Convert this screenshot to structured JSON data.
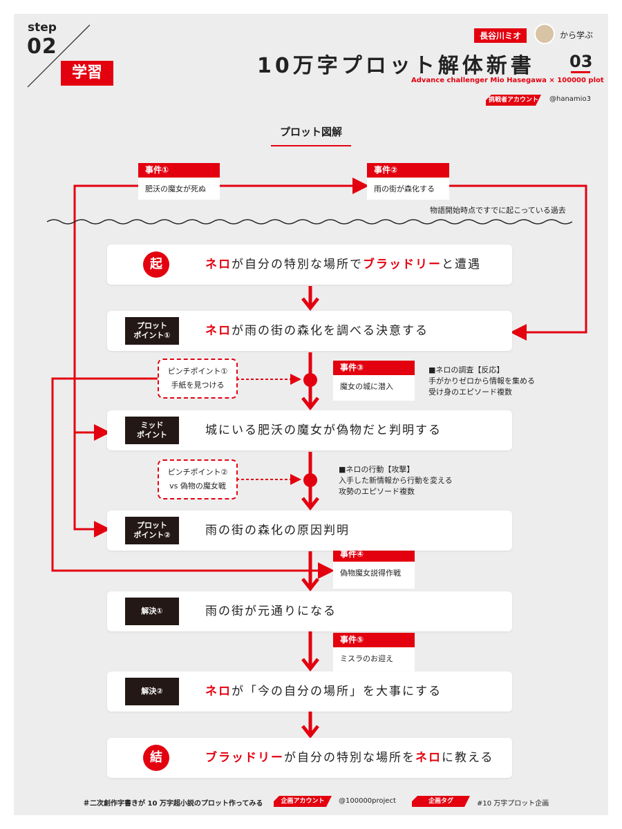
{
  "header": {
    "step_label": "step",
    "step_number": "02",
    "section_tag": "学習",
    "author_tag": "長谷川ミオ",
    "kara_manabu": "から学ぶ",
    "title": "10万字プロット解体新書",
    "volume": "03",
    "subtitle": "Advance challenger Mio Hasegawa  ×  100000 plot",
    "challenger_label": "挑戦者アカウント",
    "challenger_handle": "@hanamio3"
  },
  "diagram": {
    "heading": "プロット図解",
    "past_note": "物語開始時点ですでに起こっている過去",
    "events": [
      {
        "label": "事件①",
        "text": "肥沃の魔女が死ぬ"
      },
      {
        "label": "事件②",
        "text": "雨の街が森化する"
      },
      {
        "label": "事件③",
        "text": "魔女の城に潜入"
      },
      {
        "label": "事件④",
        "text": "偽物魔女説得作戦"
      },
      {
        "label": "事件⑤",
        "text": "ミスラのお迎え"
      }
    ],
    "stages": [
      {
        "badge": "起",
        "segments": [
          {
            "t": "ネロ",
            "hl": true
          },
          {
            "t": "が自分の特別な場所で",
            "hl": false
          },
          {
            "t": "ブラッドリー",
            "hl": true
          },
          {
            "t": "と遭遇",
            "hl": false
          }
        ]
      },
      {
        "badge_line1": "プロット",
        "badge_line2": "ポイント①",
        "segments": [
          {
            "t": "ネロ",
            "hl": true
          },
          {
            "t": "が雨の街の森化を調べる決意する",
            "hl": false
          }
        ]
      },
      {
        "badge_line1": "ミッド",
        "badge_line2": "ポイント",
        "segments": [
          {
            "t": "城にいる肥沃の魔女が偽物だと判明する",
            "hl": false
          }
        ]
      },
      {
        "badge_line1": "プロット",
        "badge_line2": "ポイント②",
        "segments": [
          {
            "t": "雨の街の森化の原因判明",
            "hl": false
          }
        ]
      },
      {
        "badge_line1": "解決①",
        "badge_line2": "",
        "segments": [
          {
            "t": "雨の街が元通りになる",
            "hl": false
          }
        ]
      },
      {
        "badge_line1": "解決②",
        "badge_line2": "",
        "segments": [
          {
            "t": "ネロ",
            "hl": true
          },
          {
            "t": "が「今の自分の場所」を大事にする",
            "hl": false
          }
        ]
      },
      {
        "badge": "結",
        "segments": [
          {
            "t": "ブラッドリー",
            "hl": true
          },
          {
            "t": "が自分の特別な場所を",
            "hl": false
          },
          {
            "t": "ネロ",
            "hl": true
          },
          {
            "t": "に教える",
            "hl": false
          }
        ]
      }
    ],
    "pinch_points": [
      {
        "label": "ピンチポイント①",
        "text": "手紙を見つける"
      },
      {
        "label": "ピンチポイント②",
        "text": "vs 偽物の魔女戦"
      }
    ],
    "notes": [
      {
        "title": "■ネロの調査【反応】",
        "line1": "手がかりゼロから情報を集める",
        "line2": "受け身のエピソード複数"
      },
      {
        "title": "■ネロの行動【攻撃】",
        "line1": "入手した新情報から行動を変える",
        "line2": "攻勢のエピソード複数"
      }
    ]
  },
  "footer": {
    "hashtag_line": "＃二次創作字書きが 10 万字超小説のプロット作ってみる",
    "project_label": "企画アカウント",
    "project_handle": "@100000project",
    "tag_label": "企画タグ",
    "tag_value": "#10 万字プロット企画"
  },
  "colors": {
    "accent": "#e3000f",
    "dark": "#231815",
    "panel": "#ededed"
  }
}
